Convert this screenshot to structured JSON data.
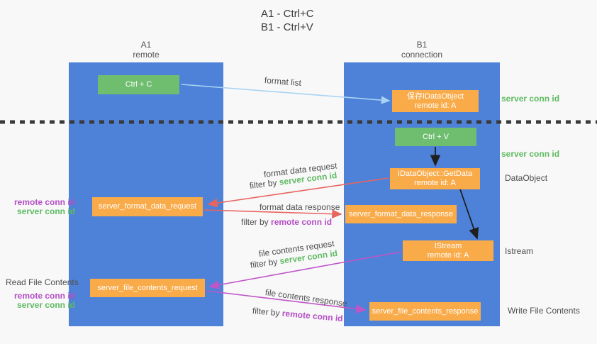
{
  "title": {
    "line1": "A1 - Ctrl+C",
    "line2": "B1 - Ctrl+V"
  },
  "lifelines": {
    "a": {
      "name": "A1",
      "subtitle": "remote"
    },
    "b": {
      "name": "B1",
      "subtitle": "connection"
    }
  },
  "nodes": {
    "ctrl_c": {
      "label": "Ctrl + C"
    },
    "save_idataobject": {
      "line1": "保存IDataObject",
      "line2": "remote id: A"
    },
    "ctrl_v": {
      "label": "Ctrl + V"
    },
    "getdata": {
      "line1": "IDataObject::GetData",
      "line2": "remote id: A"
    },
    "format_request": {
      "label": "server_format_data_request"
    },
    "format_response": {
      "label": "server_format_data_response"
    },
    "istream": {
      "line1": "IStream",
      "line2": "remote id: A"
    },
    "file_request": {
      "label": "server_file_contents_request"
    },
    "file_response": {
      "label": "server_file_contents_response"
    }
  },
  "side_labels": {
    "server_conn_id_top": "server conn id",
    "server_conn_id_mid": "server conn id",
    "dataobject": "DataObject",
    "istream": "Istream",
    "write_file_contents": "Write File Contents",
    "read_file_contents": "Read File Contents",
    "format_remote_conn_id": "remote conn id",
    "format_server_conn_id": "server conn id",
    "file_remote_conn_id": "remote conn id",
    "file_server_conn_id": "server conn id"
  },
  "arrow_labels": {
    "format_list": "format list",
    "format_data_request": "format data request",
    "format_data_response": "format data response",
    "file_contents_request": "file contents request",
    "file_contents_response": "file contents response",
    "filter_by": "filter by",
    "server_conn_id": "server conn id",
    "remote_conn_id": "remote conn id"
  },
  "colors": {
    "column_blue": "#4d82d8",
    "node_green": "#6fbe70",
    "node_orange": "#f9ab4a",
    "arrow_red": "#e8645f",
    "arrow_magenta": "#c055c8",
    "arrow_lightblue": "#a9d3f2",
    "arrow_black": "#1f1f1f",
    "dotted_line": "#3a3a3a",
    "text_green": "#5fba61",
    "text_purple": "#b44ec4"
  }
}
